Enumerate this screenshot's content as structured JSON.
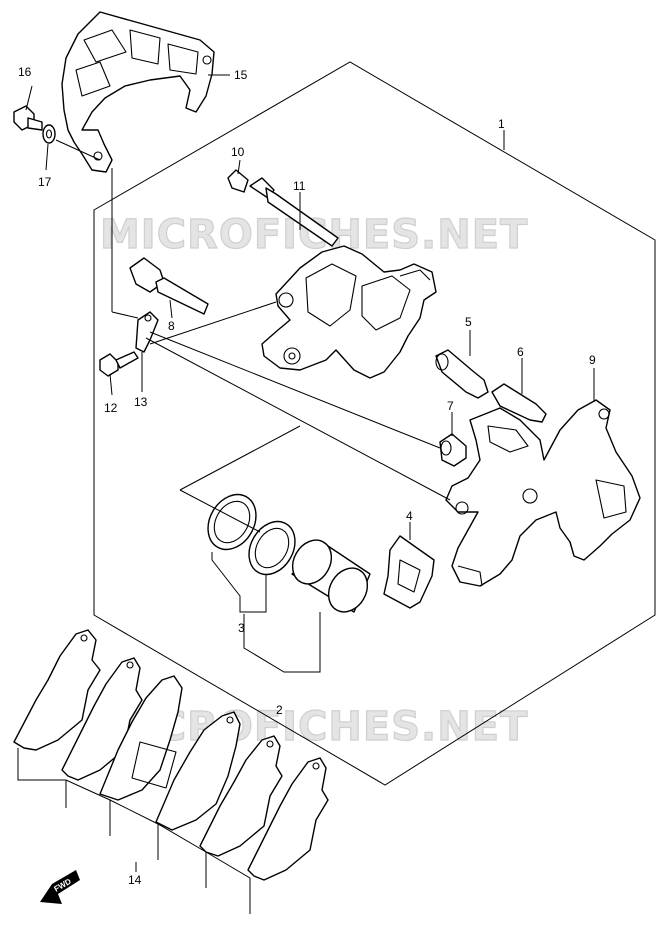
{
  "watermark": "MICROFICHES.NET",
  "forward_label": "FWD",
  "callouts": [
    {
      "id": "1",
      "label": "1"
    },
    {
      "id": "2",
      "label": "2"
    },
    {
      "id": "3",
      "label": "3"
    },
    {
      "id": "4",
      "label": "4"
    },
    {
      "id": "5",
      "label": "5"
    },
    {
      "id": "6",
      "label": "6"
    },
    {
      "id": "7",
      "label": "7"
    },
    {
      "id": "8",
      "label": "8"
    },
    {
      "id": "9",
      "label": "9"
    },
    {
      "id": "10",
      "label": "10"
    },
    {
      "id": "11",
      "label": "11"
    },
    {
      "id": "12",
      "label": "12"
    },
    {
      "id": "13",
      "label": "13"
    },
    {
      "id": "14",
      "label": "14"
    },
    {
      "id": "15",
      "label": "15"
    },
    {
      "id": "16",
      "label": "16"
    },
    {
      "id": "17",
      "label": "17"
    }
  ]
}
